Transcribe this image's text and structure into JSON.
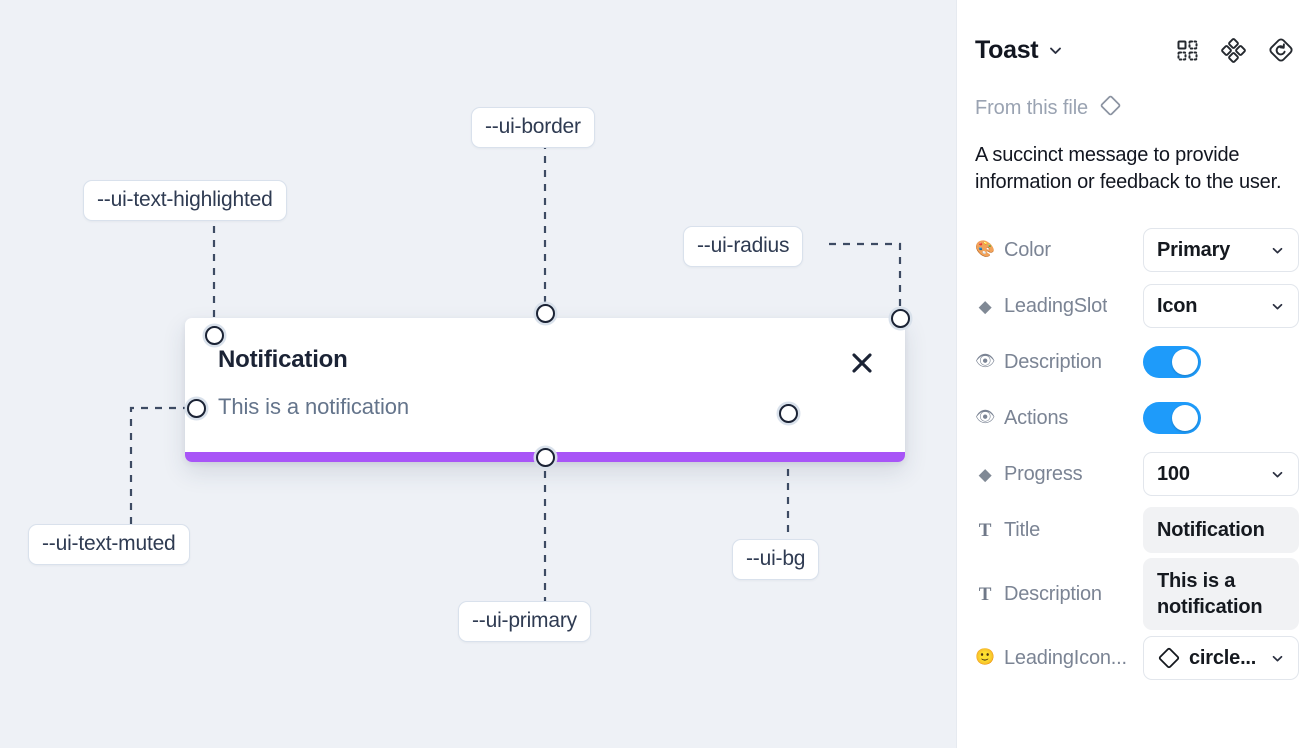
{
  "canvas": {
    "toast": {
      "title": "Notification",
      "description": "This is a notification",
      "close_icon": "close-icon",
      "progress_color": "#a855f7",
      "background": "#ffffff"
    },
    "annotations": [
      {
        "id": "ui-text-highlighted",
        "label": "--ui-text-highlighted"
      },
      {
        "id": "ui-border",
        "label": "--ui-border"
      },
      {
        "id": "ui-radius",
        "label": "--ui-radius"
      },
      {
        "id": "ui-text-muted",
        "label": "--ui-text-muted"
      },
      {
        "id": "ui-primary",
        "label": "--ui-primary"
      },
      {
        "id": "ui-bg",
        "label": "--ui-bg"
      }
    ],
    "background_color": "#eef1f6"
  },
  "panel": {
    "title": "Toast",
    "header_icons": [
      {
        "name": "component-grid-icon"
      },
      {
        "name": "variants-diamonds-icon"
      },
      {
        "name": "reset-overrides-icon"
      }
    ],
    "from_file_label": "From this file",
    "from_file_icon": "diamond-outline-icon",
    "description": "A succinct message to provide information or feedback to the user.",
    "properties": [
      {
        "icon": "palette-emoji-icon",
        "glyph": "🎨",
        "icon_kind": "emoji",
        "label": "Color",
        "control": "select",
        "value": "Primary"
      },
      {
        "icon": "diamond-filled-icon",
        "glyph": "◆",
        "icon_kind": "diamond",
        "label": "LeadingSlot",
        "control": "select",
        "value": "Icon"
      },
      {
        "icon": "eye-emoji-icon",
        "glyph": "👁",
        "icon_kind": "emoji",
        "label": "Description",
        "control": "toggle",
        "value": "on"
      },
      {
        "icon": "eye-emoji-icon",
        "glyph": "👁",
        "icon_kind": "emoji",
        "label": "Actions",
        "control": "toggle",
        "value": "on"
      },
      {
        "icon": "diamond-filled-icon",
        "glyph": "◆",
        "icon_kind": "diamond",
        "label": "Progress",
        "control": "select",
        "value": "100"
      },
      {
        "icon": "text-type-icon",
        "glyph": "T",
        "icon_kind": "serif-t",
        "label": "Title",
        "control": "textbox",
        "value": "Notification"
      },
      {
        "icon": "text-type-icon",
        "glyph": "T",
        "icon_kind": "serif-t",
        "label": "Description",
        "control": "textbox",
        "value": "This is a notification"
      },
      {
        "icon": "smiley-emoji-icon",
        "glyph": "🙂",
        "icon_kind": "emoji",
        "label": "LeadingIcon...",
        "control": "icon-select",
        "value": "circle..."
      }
    ],
    "accent_toggle_color": "#1e9bfa"
  }
}
